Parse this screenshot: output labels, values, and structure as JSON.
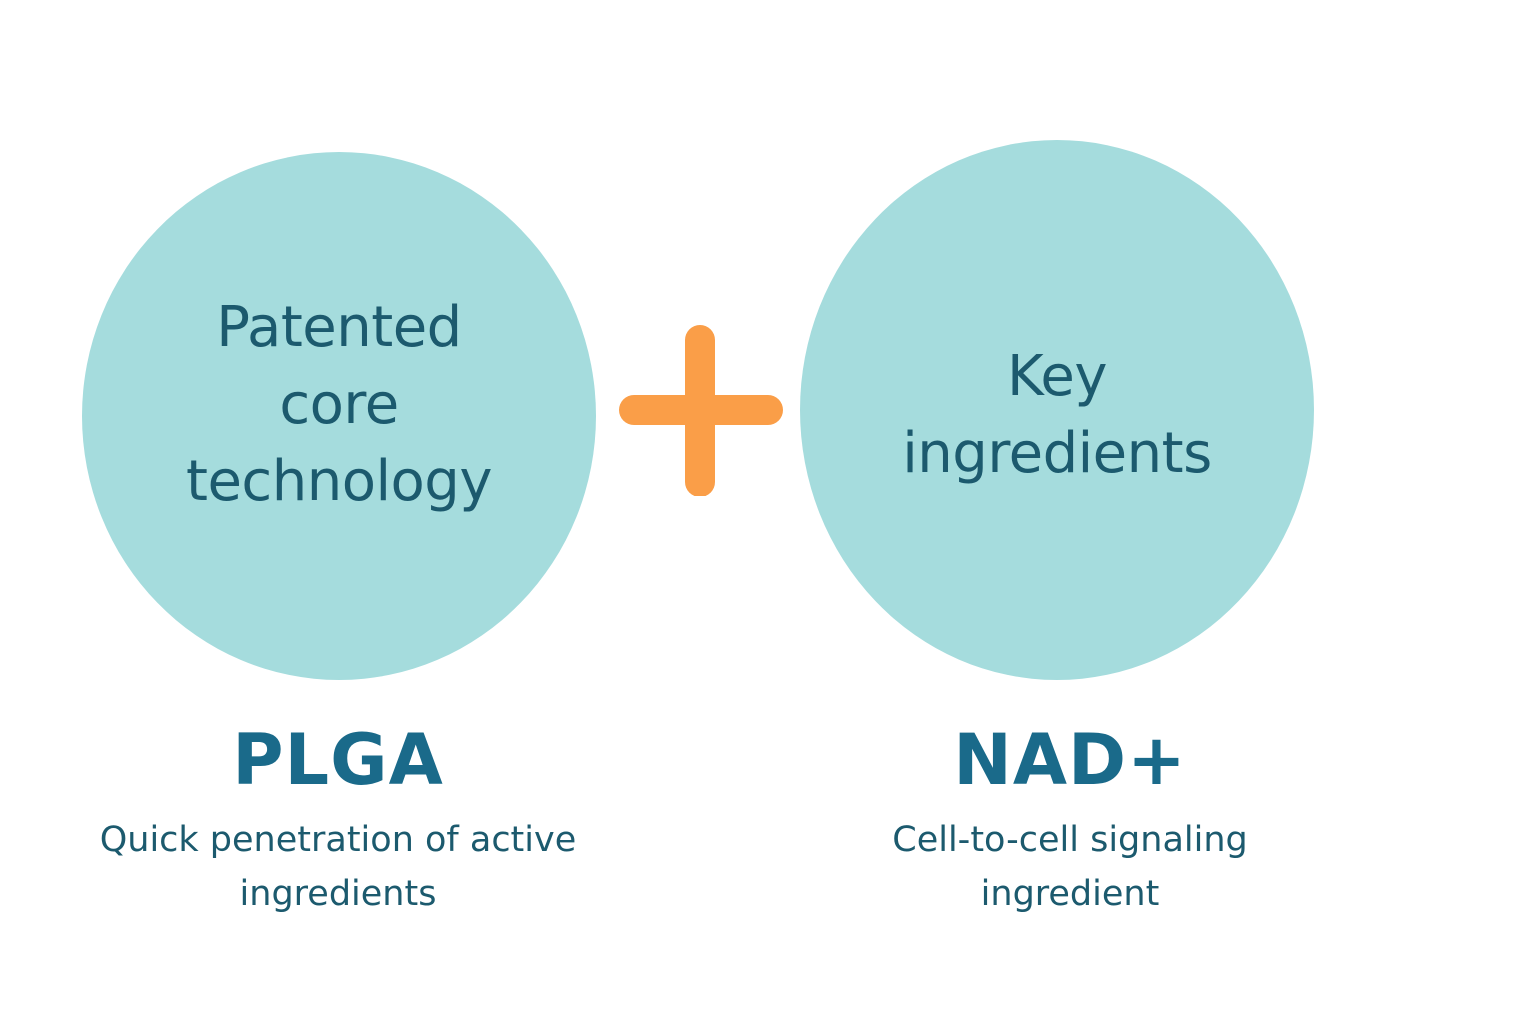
{
  "colors": {
    "circle_fill": "#a5dcdd",
    "circle_text": "#1c5a6e",
    "plus": "#fa9e48",
    "title_text": "#1a6a8a",
    "description_text": "#1c5a6e",
    "background": "#ffffff"
  },
  "left": {
    "circle_text": "Patented\ncore\ntechnology",
    "title": "PLGA",
    "description": "Quick penetration of active\ningredients"
  },
  "operator": {
    "icon": "plus-icon"
  },
  "right": {
    "circle_text": "Key\ningredients",
    "title": "NAD+",
    "description": "Cell-to-cell signaling\ningredient"
  }
}
